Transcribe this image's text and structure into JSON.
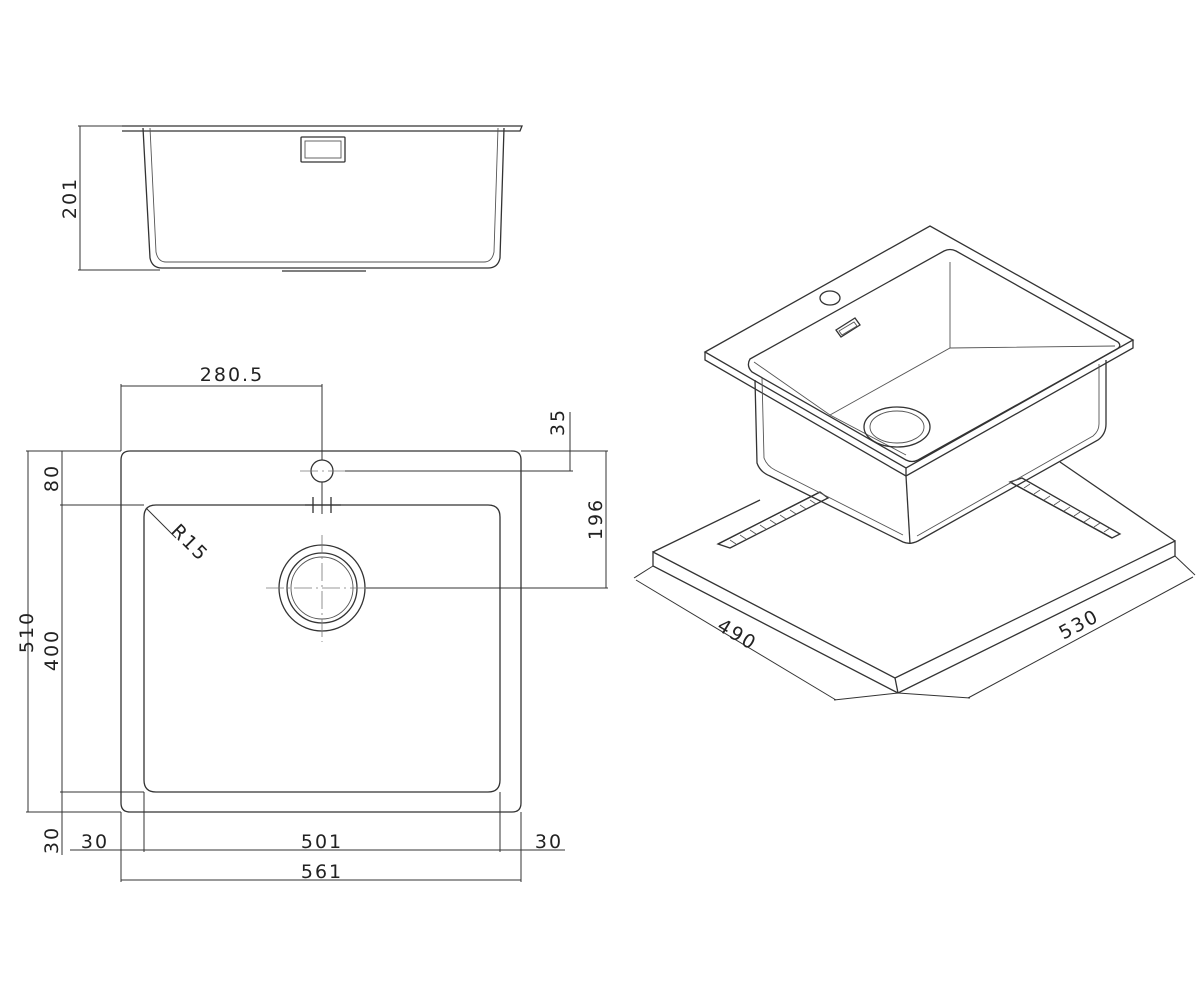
{
  "dimensions": {
    "front_height": "201",
    "tap_hole_x": "280.5",
    "tap_hole_offset": "35",
    "drain_offset": "196",
    "top_rim": "80",
    "corner_radius": "R15",
    "overall_depth": "510",
    "bowl_depth": "400",
    "bottom_rim": "30",
    "left_rim": "30",
    "bowl_width": "501",
    "right_rim": "30",
    "overall_width": "561",
    "cutout_depth": "490",
    "cutout_width": "530"
  },
  "colors": {
    "line": "#333333",
    "background": "#ffffff"
  }
}
